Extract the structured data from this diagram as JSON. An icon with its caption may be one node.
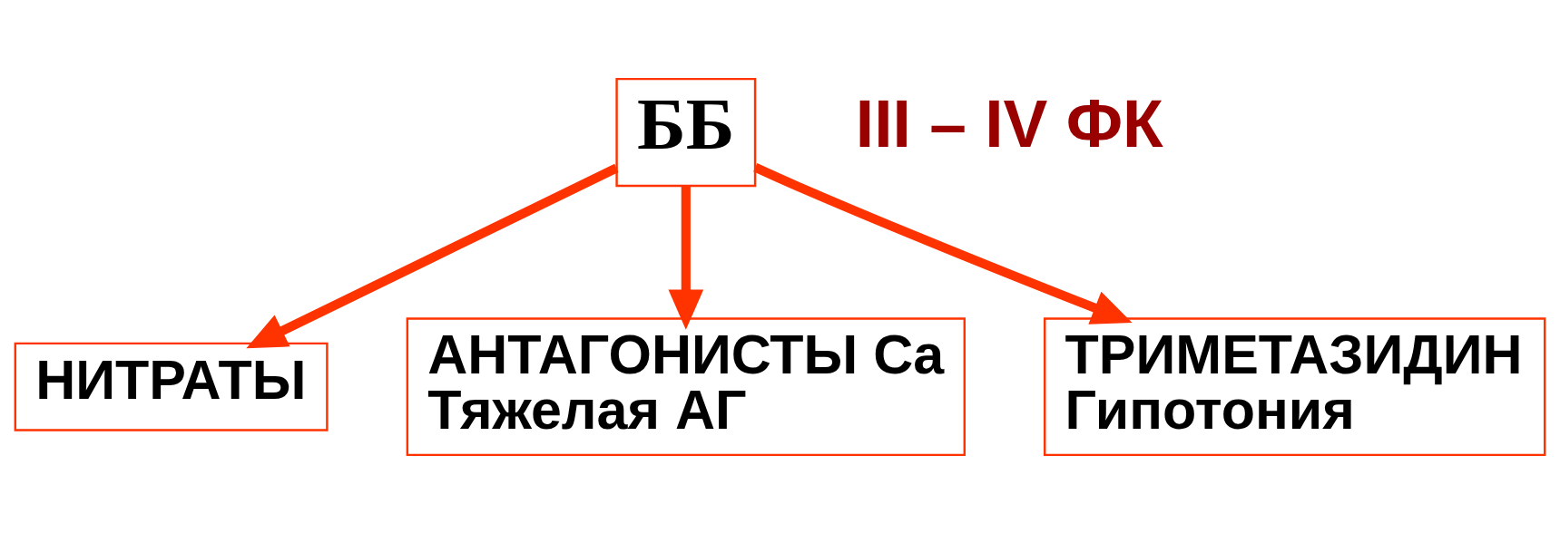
{
  "diagram": {
    "nodes": [
      {
        "text": [
          "ББ"
        ],
        "beside": [
          "III – IV ФК"
        ]
      },
      {
        "text": [
          "НИТРАТЫ"
        ]
      },
      {
        "text": [
          "АНТАГОНИСТЫ Ca",
          "Тяжелая АГ"
        ]
      },
      {
        "text": [
          "ТРИМЕТАЗИДИН",
          "Гипотония"
        ]
      }
    ],
    "edges": [
      {
        "from": 0,
        "to": 1,
        "arrow": "to"
      },
      {
        "from": 0,
        "to": 2,
        "arrow": "to"
      },
      {
        "from": 0,
        "to": 3,
        "arrow": "to"
      }
    ]
  }
}
